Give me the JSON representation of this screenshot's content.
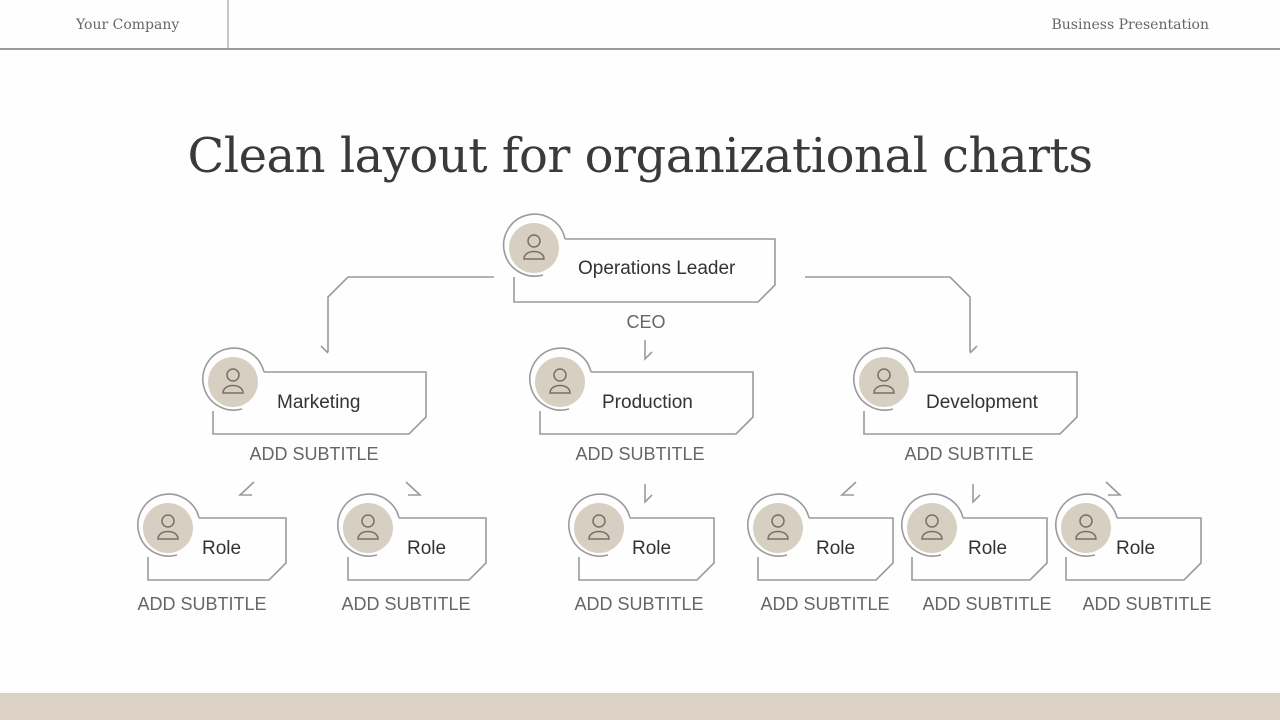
{
  "header": {
    "company": "Your Company",
    "presentation": "Business Presentation"
  },
  "title": "Clean layout for organizational charts",
  "colors": {
    "accent": "#dcd3c6",
    "line": "#9a9a9a",
    "avatar_fill": "#d8cfc3",
    "text": "#333333",
    "subtext": "#666666"
  },
  "icons": {
    "avatar": "person-icon"
  },
  "org": {
    "top": {
      "label": "Operations Leader",
      "subtitle": "CEO"
    },
    "level2": [
      {
        "label": "Marketing",
        "subtitle": "ADD SUBTITLE"
      },
      {
        "label": "Production",
        "subtitle": "ADD SUBTITLE"
      },
      {
        "label": "Development",
        "subtitle": "ADD SUBTITLE"
      }
    ],
    "level3": [
      {
        "label": "Role",
        "subtitle": "ADD SUBTITLE"
      },
      {
        "label": "Role",
        "subtitle": "ADD SUBTITLE"
      },
      {
        "label": "Role",
        "subtitle": "ADD SUBTITLE"
      },
      {
        "label": "Role",
        "subtitle": "ADD SUBTITLE"
      },
      {
        "label": "Role",
        "subtitle": "ADD SUBTITLE"
      },
      {
        "label": "Role",
        "subtitle": "ADD SUBTITLE"
      }
    ]
  }
}
